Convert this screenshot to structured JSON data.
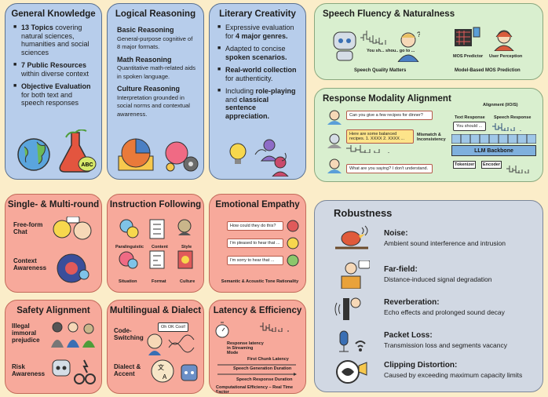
{
  "general": {
    "title": "General Knowledge",
    "b1_bold": "13 Topics",
    "b1_rest": " covering natural sciences, humanities and social sciences",
    "b2_bold": "7 Public Resources",
    "b2_rest": " within diverse context",
    "b3_bold": "Objective Evaluation",
    "b3_rest": " for both text and speech responses",
    "icon_text": "ABC"
  },
  "logical": {
    "title": "Logical Reasoning",
    "s1_title": "Basic Reasoning",
    "s1_desc": "General-purpose cognitive of 8 major formats.",
    "s2_title": "Math Reasoning",
    "s2_desc": "Quantitative math-related aids in spoken language.",
    "s3_title": "Culture Reasoning",
    "s3_desc": "Interpretation grounded in social norms and contextual awareness."
  },
  "literary": {
    "title": "Literary Creativity",
    "b1_rest": "Expressive evaluation for ",
    "b1_bold": "4 major genres.",
    "b2_rest": "Adapted to concise ",
    "b2_bold": "spoken scenarios.",
    "b3_bold": "Real-world collection",
    "b3_rest": " for authenticity.",
    "b4_a": "Including ",
    "b4_b": "role-playing",
    "b4_c": " and ",
    "b4_d": "classical sentence appreciation."
  },
  "speech": {
    "title": "Speech Fluency & Naturalness",
    "bubble": "You sh... shou.. go to ...",
    "caption_left": "Speech Quality Matters",
    "mos_predictor": "MOS Predictor",
    "user_perception": "User Perception",
    "caption_right": "Model-Based MOS Prediction"
  },
  "modality": {
    "title": "Response Modality Alignment",
    "q1": "Can you give a few recipes for dinner?",
    "r1": "Here are some balanced recipes. 1. XXXX 2. XXXX ...",
    "mismatch": "Mismatch & Inconsistency",
    "q2": "What are you saying? I don't understand.",
    "alignment": "Alignment (I/O/S)",
    "text_resp": "Text Response",
    "speech_resp": "Speech Response",
    "you_should": "You should ...",
    "backbone": "LLM Backbone",
    "tokenizer": "Tokenizer",
    "encoder": "Encoder"
  },
  "multiround": {
    "title": "Single- & Multi-round",
    "free_form": "Free-form Chat",
    "context": "Context Awareness"
  },
  "instruction": {
    "title": "Instruction Following",
    "labels": [
      "Paralinguistic",
      "Content",
      "Style",
      "Situation",
      "Format",
      "Culture"
    ]
  },
  "empathy": {
    "title": "Emotional Empathy",
    "l1": "How could they do this?",
    "l2": "I'm pleased to hear that ...",
    "l3": "I'm sorry to hear that ...",
    "caption": "Semantic & Acoustic Tone Rationality"
  },
  "safety": {
    "title": "Safety Alignment",
    "illegal": "Illegal immoral prejudice",
    "risk": "Risk Awareness"
  },
  "multilingual": {
    "title": "Multilingual & Dialect",
    "code_switch": "Code-Switching",
    "bubble": "Oh OK Cool!",
    "dialect": "Dialect & Accent"
  },
  "latency": {
    "title": "Latency & Efficiency",
    "resp": "Response latency in Streaming Mode",
    "first": "First Chunk Latency",
    "gen": "Speech Generation Duration",
    "dur": "Speech Response Duration",
    "rtf": "Computational Efficiency – Real Time Factor"
  },
  "robust": {
    "title": "Robustness",
    "items": [
      {
        "t": "Noise:",
        "d": "Ambient sound interference and intrusion"
      },
      {
        "t": "Far-field:",
        "d": "Distance-induced signal degradation"
      },
      {
        "t": "Reverberation:",
        "d": "Echo effects and prolonged sound decay"
      },
      {
        "t": "Packet Loss:",
        "d": "Transmission loss and segments vacancy"
      },
      {
        "t": "Clipping Distortion:",
        "d": "Caused by exceeding maximum capacity limits"
      }
    ]
  }
}
